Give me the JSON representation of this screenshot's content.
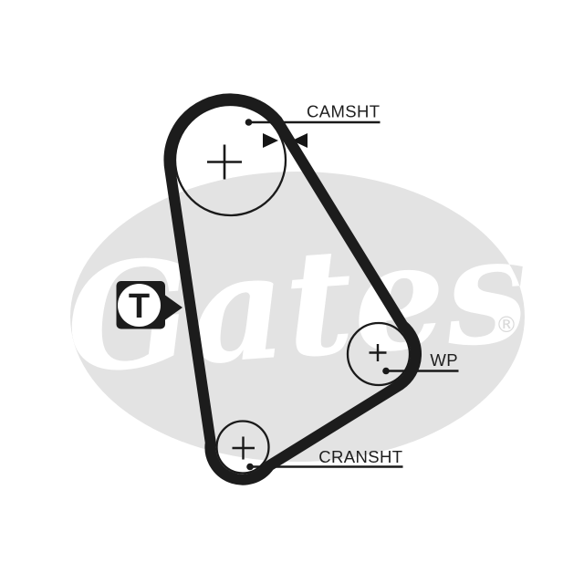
{
  "watermark": {
    "brand": "Gates",
    "registered_symbol": "®",
    "color": "#e3e3e3"
  },
  "tensioner": {
    "letter": "T"
  },
  "callouts": {
    "camshaft": {
      "label": "CAMSHT"
    },
    "water_pump": {
      "label": "WP"
    },
    "crankshaft": {
      "label": "CRANSHT"
    }
  },
  "marks": {
    "pulley_center": "+"
  },
  "colors": {
    "belt": "#1c1c1c",
    "outline": "#1a1a1a",
    "label_text": "#1e1e1e",
    "watermark_gray": "#e3e3e3",
    "background": "#ffffff"
  }
}
